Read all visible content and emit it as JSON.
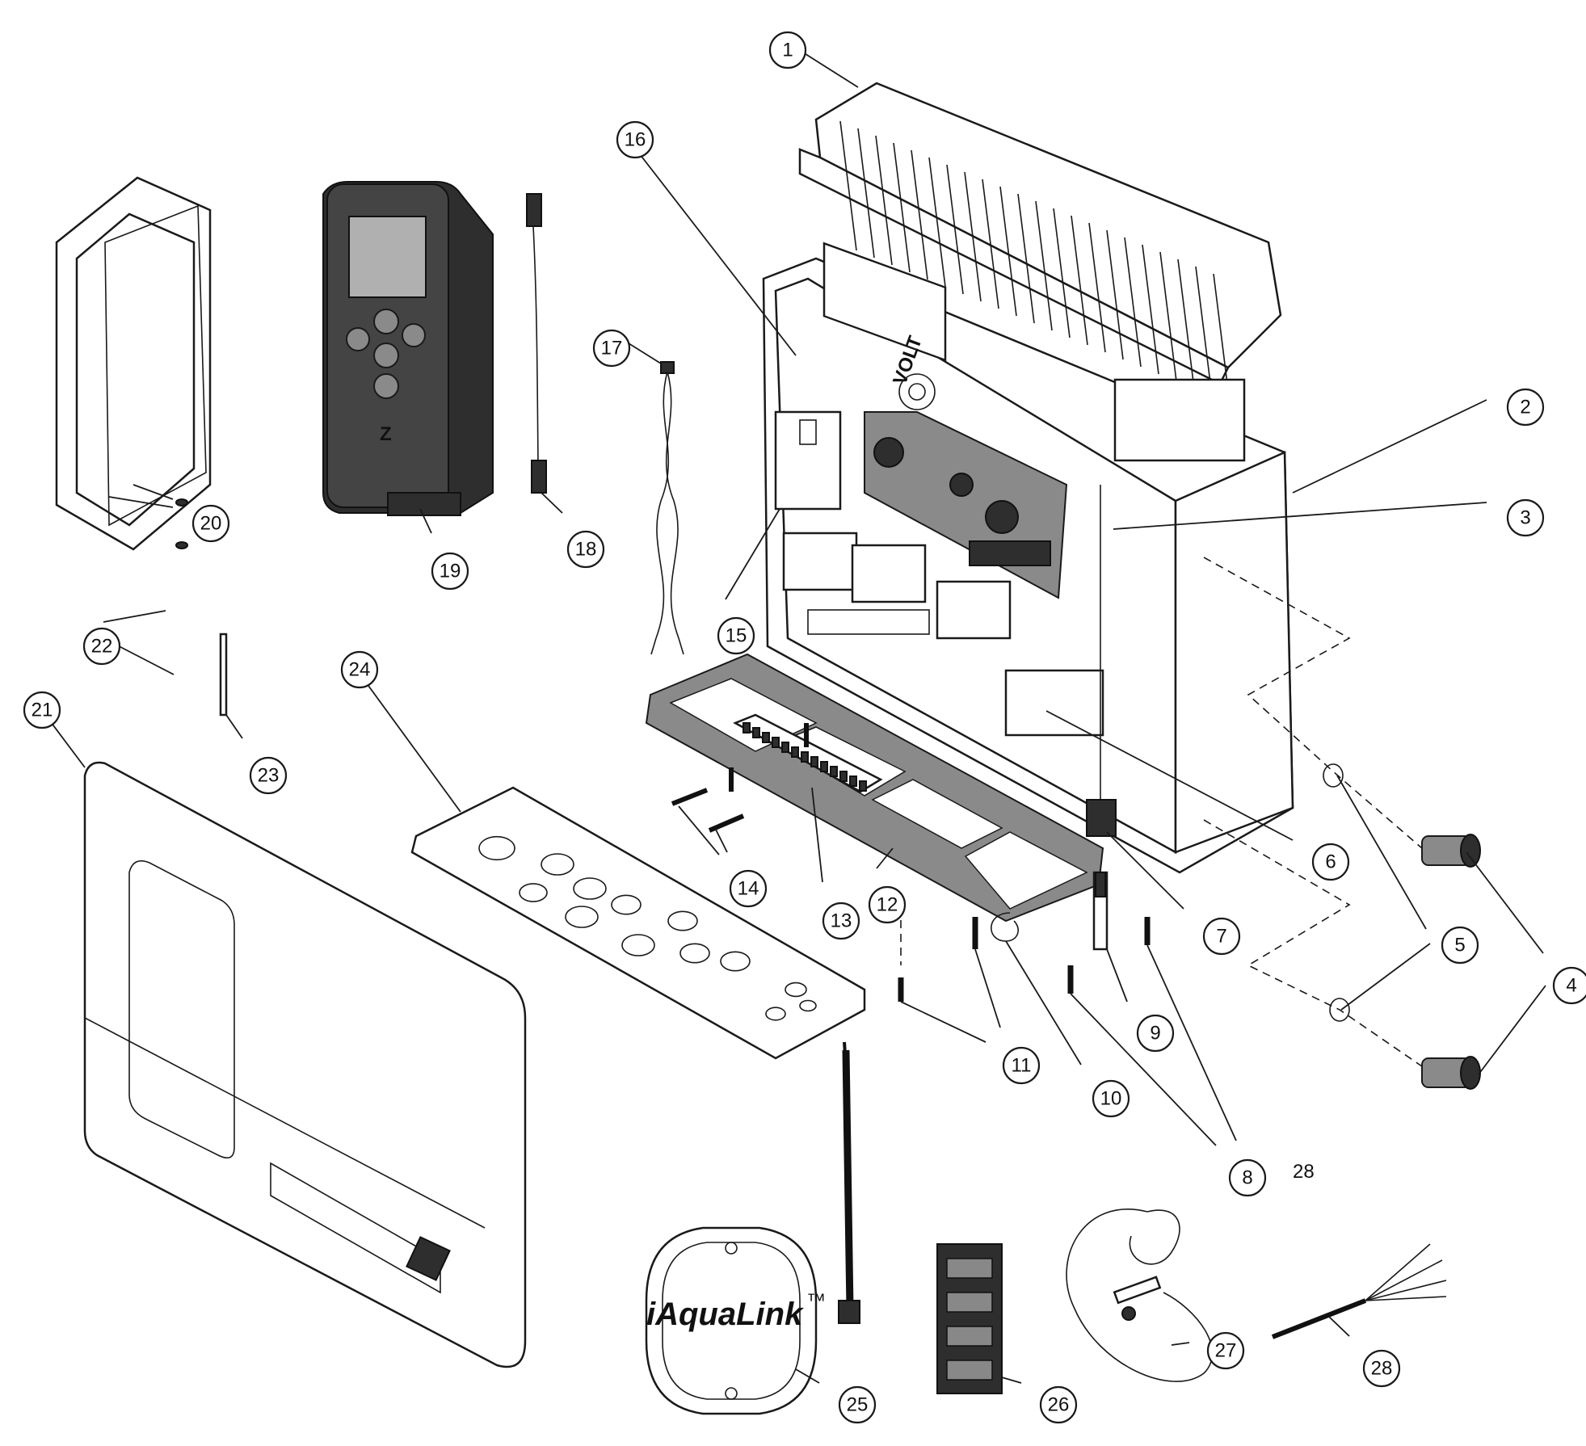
{
  "callouts": [
    {
      "label": "1"
    },
    {
      "label": "2"
    },
    {
      "label": "3"
    },
    {
      "label": "4"
    },
    {
      "label": "5"
    },
    {
      "label": "5"
    },
    {
      "label": "6"
    },
    {
      "label": "7"
    },
    {
      "label": "8"
    },
    {
      "label": "9"
    },
    {
      "label": "10"
    },
    {
      "label": "11"
    },
    {
      "label": "12"
    },
    {
      "label": "13"
    },
    {
      "label": "14"
    },
    {
      "label": "15"
    },
    {
      "label": "16"
    },
    {
      "label": "17"
    },
    {
      "label": "18"
    },
    {
      "label": "19"
    },
    {
      "label": "20"
    },
    {
      "label": "21"
    },
    {
      "label": "22"
    },
    {
      "label": "23"
    },
    {
      "label": "24"
    },
    {
      "label": "25"
    },
    {
      "label": "26"
    },
    {
      "label": "27"
    },
    {
      "label": "28"
    },
    {
      "label": "4"
    }
  ],
  "free_label": "28",
  "logos": {
    "iaqualink": "iAquaLink",
    "trademark": "™",
    "enclosure_text": "VOLT"
  }
}
